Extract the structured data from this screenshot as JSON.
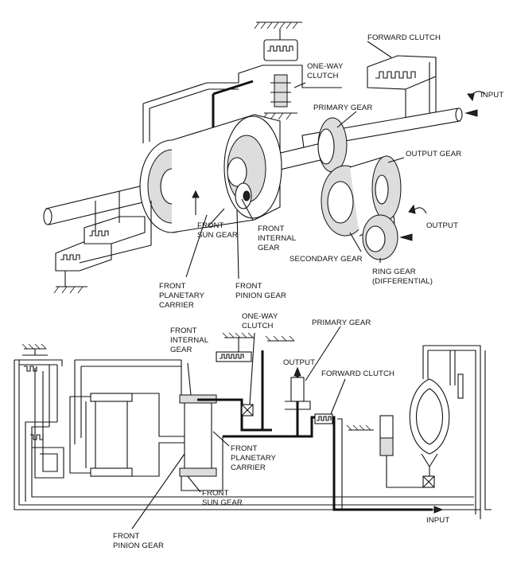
{
  "top_labels": {
    "forward_clutch": "FORWARD CLUTCH",
    "one_way_clutch": [
      "ONE-WAY",
      "CLUTCH"
    ],
    "input": "INPUT",
    "primary_gear": "PRIMARY GEAR",
    "output_gear": "OUTPUT GEAR",
    "output": "OUTPUT",
    "front_sun_gear": [
      "FRONT",
      "SUN GEAR"
    ],
    "front_internal_gear": [
      "FRONT",
      "INTERNAL",
      "GEAR"
    ],
    "secondary_gear": "SECONDARY GEAR",
    "ring_gear": [
      "RING GEAR",
      "(DIFFERENTIAL)"
    ],
    "front_planetary_carrier": [
      "FRONT",
      "PLANETARY",
      "CARRIER"
    ],
    "front_pinion_gear": [
      "FRONT",
      "PINION GEAR"
    ]
  },
  "bottom_labels": {
    "one_way_clutch": [
      "ONE-WAY",
      "CLUTCH"
    ],
    "primary_gear": "PRIMARY GEAR",
    "front_internal_gear": [
      "FRONT",
      "INTERNAL",
      "GEAR"
    ],
    "output": "OUTPUT",
    "forward_clutch": "FORWARD CLUTCH",
    "front_planetary_carrier": [
      "FRONT",
      "PLANETARY",
      "CARRIER"
    ],
    "front_sun_gear": [
      "FRONT",
      "SUN GEAR"
    ],
    "input": "INPUT",
    "front_pinion_gear": [
      "FRONT",
      "PINION GEAR"
    ]
  }
}
